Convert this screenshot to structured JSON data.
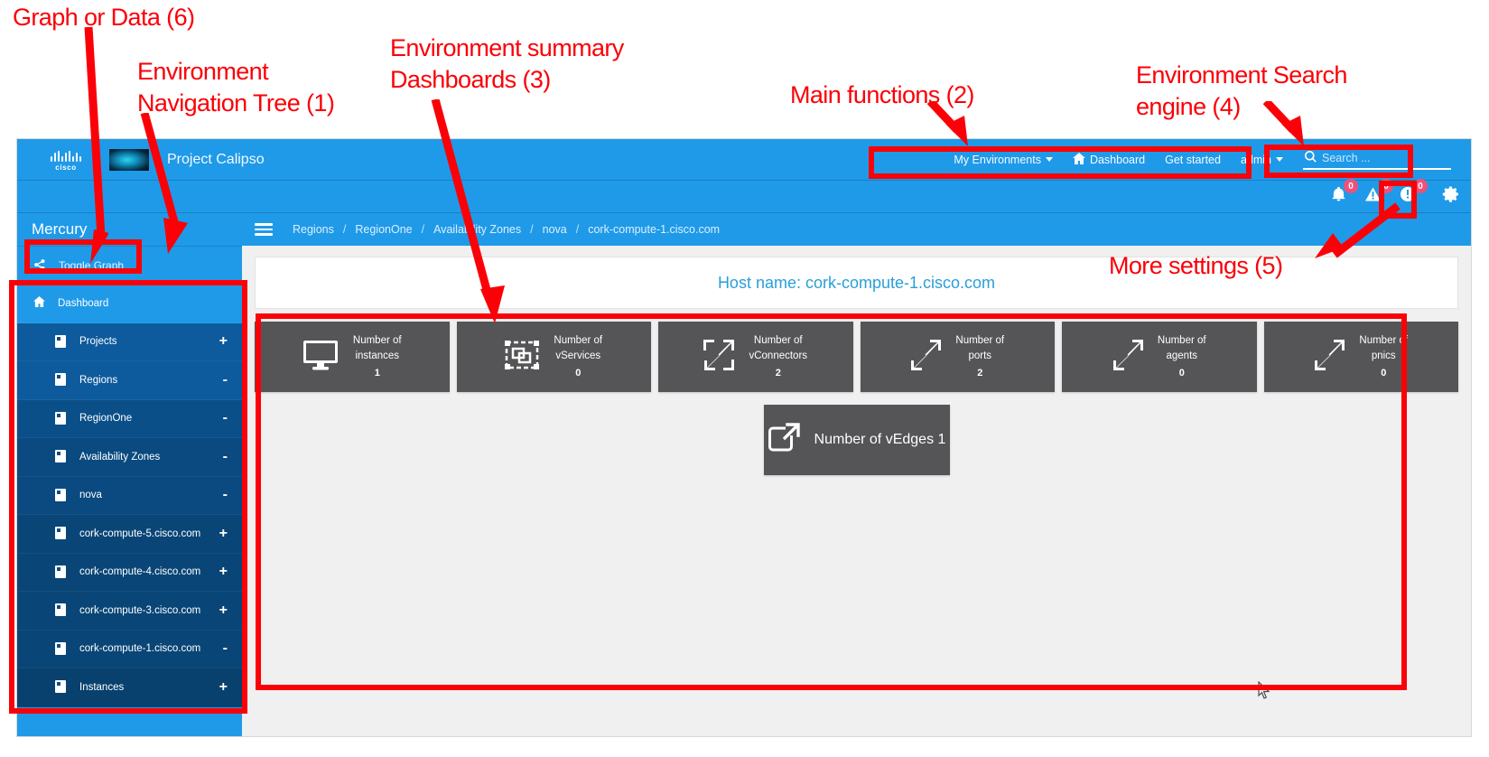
{
  "annotations": [
    {
      "id": "a6",
      "text": "Graph or Data (6)"
    },
    {
      "id": "a1",
      "text": "Environment\nNavigation Tree (1)"
    },
    {
      "id": "a3",
      "text": "Environment summary\nDashboards (3)"
    },
    {
      "id": "a2",
      "text": "Main functions (2)"
    },
    {
      "id": "a4",
      "text": "Environment Search\nengine (4)"
    },
    {
      "id": "a5",
      "text": "More settings (5)"
    }
  ],
  "annotation_color": "#fb0007",
  "theme": {
    "primary_blue": "#1f9ae9",
    "sidebar_dark": "#0b4f89",
    "tile_gray": "#555557",
    "link_blue": "#2a9fd8",
    "badge_pink": "#f0507a"
  },
  "topbar": {
    "logo_name": "cisco-logo",
    "logo_word": "cisco",
    "thumb_name": "project-thumbnail",
    "title": "Project Calipso",
    "nav": [
      {
        "label": "My Environments",
        "icon": "chevron-down-icon",
        "has_caret": true
      },
      {
        "label": "Dashboard",
        "icon": "home-icon",
        "has_caret": false
      },
      {
        "label": "Get started",
        "icon": "",
        "has_caret": false
      },
      {
        "label": "admin",
        "icon": "chevron-down-icon",
        "has_caret": true
      }
    ],
    "search": {
      "icon": "search-icon",
      "placeholder": "Search ...",
      "value": ""
    }
  },
  "alertbar": {
    "items": [
      {
        "icon": "bell-icon",
        "count": "0"
      },
      {
        "icon": "warning-triangle-icon",
        "count": "0"
      },
      {
        "icon": "exclamation-circle-icon",
        "count": "0"
      }
    ],
    "settings_icon": "gear-icon"
  },
  "sidebar": {
    "title": "Mercury",
    "toggle_graph": {
      "label": "Toggle Graph",
      "icon": "share-icon"
    },
    "items": [
      {
        "label": "Dashboard",
        "icon": "home-icon",
        "level": 0,
        "state": ""
      },
      {
        "label": "Projects",
        "icon": "page-icon",
        "level": 1,
        "state": "+"
      },
      {
        "label": "Regions",
        "icon": "page-icon",
        "level": 1,
        "state": "-"
      },
      {
        "label": "RegionOne",
        "icon": "page-icon",
        "level": 2,
        "state": "-"
      },
      {
        "label": "Availability Zones",
        "icon": "page-icon",
        "level": 3,
        "state": "-"
      },
      {
        "label": "nova",
        "icon": "page-icon",
        "level": 3,
        "state": "-"
      },
      {
        "label": "cork-compute-5.cisco.com",
        "icon": "page-icon",
        "level": 4,
        "state": "+"
      },
      {
        "label": "cork-compute-4.cisco.com",
        "icon": "page-icon",
        "level": 4,
        "state": "+"
      },
      {
        "label": "cork-compute-3.cisco.com",
        "icon": "page-icon",
        "level": 4,
        "state": "+"
      },
      {
        "label": "cork-compute-1.cisco.com",
        "icon": "page-icon",
        "level": 4,
        "state": "-"
      },
      {
        "label": "Instances",
        "icon": "page-icon",
        "level": 5,
        "state": "+"
      }
    ]
  },
  "breadcrumb": {
    "menu_icon": "hamburger-icon",
    "separator": "/",
    "items": [
      "Regions",
      "RegionOne",
      "Availability Zones",
      "nova",
      "cork-compute-1.cisco.com"
    ]
  },
  "main": {
    "host_label": "Host name: cork-compute-1.cisco.com",
    "tiles_row1": [
      {
        "title_line1": "Number of",
        "title_line2": "instances",
        "value": "1",
        "icon": "desktop-icon"
      },
      {
        "title_line1": "Number of",
        "title_line2": "vServices",
        "value": "0",
        "icon": "object-group-icon"
      },
      {
        "title_line1": "Number of",
        "title_line2": "vConnectors",
        "value": "2",
        "icon": "compress-icon"
      },
      {
        "title_line1": "Number of",
        "title_line2": "ports",
        "value": "2",
        "icon": "compress-icon"
      },
      {
        "title_line1": "Number of",
        "title_line2": "agents",
        "value": "0",
        "icon": "compress-icon"
      },
      {
        "title_line1": "Number of",
        "title_line2": "pnics",
        "value": "0",
        "icon": "compress-icon"
      }
    ],
    "tiles_row2": [
      {
        "title_line1": "Number of",
        "title_line2": "vEdges",
        "value": "1",
        "icon": "external-link-icon"
      }
    ]
  }
}
